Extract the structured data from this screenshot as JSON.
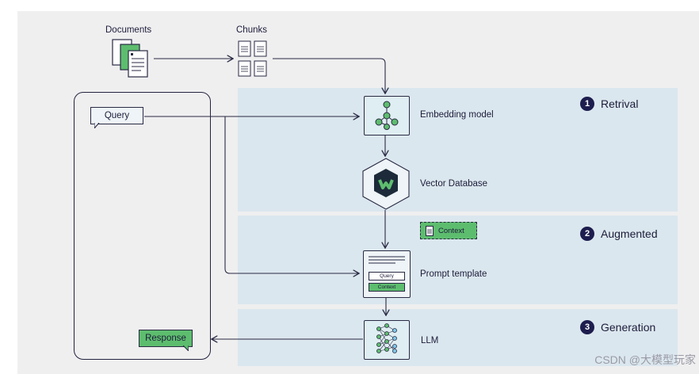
{
  "labels": {
    "documents": "Documents",
    "chunks": "Chunks",
    "query": "Query",
    "response": "Response",
    "embedding_model": "Embedding model",
    "vector_database": "Vector Database",
    "context": "Context",
    "prompt_template": "Prompt template",
    "template_query": "Query",
    "template_context": "Context",
    "llm": "LLM"
  },
  "stages": [
    {
      "num": "1",
      "label": "Retrival"
    },
    {
      "num": "2",
      "label": "Augmented"
    },
    {
      "num": "3",
      "label": "Generation"
    }
  ],
  "watermark": "CSDN @大模型玩家",
  "colors": {
    "band": "#dbe7ee",
    "accent_green": "#5dbd6e",
    "dark_navy": "#1d1d4e"
  }
}
